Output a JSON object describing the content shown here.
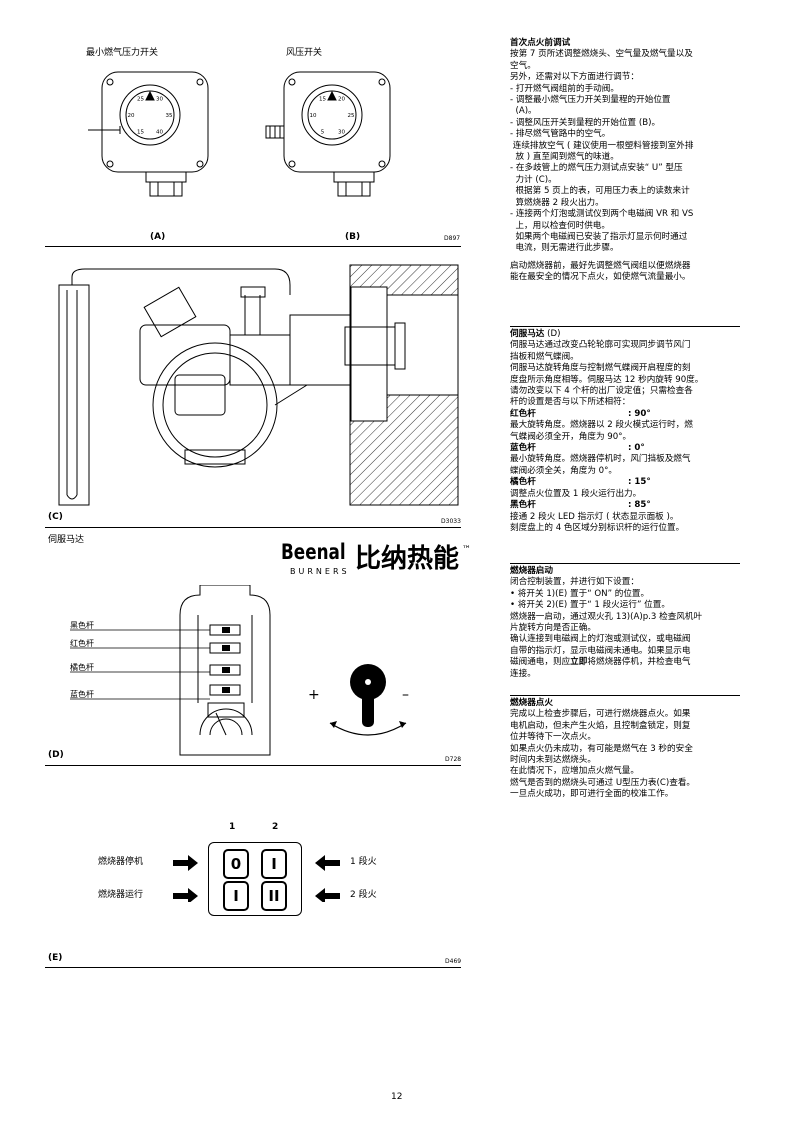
{
  "figA": {
    "title": "最小燃气压力开关",
    "caption": "(A)",
    "dials": {
      "left": [
        "15",
        "20",
        "25",
        "30",
        "35",
        "40"
      ],
      "right": [
        "5",
        "10",
        "15",
        "20",
        "25",
        "30"
      ]
    }
  },
  "figB": {
    "title": "风压开关",
    "caption": "(B)",
    "code": "D897"
  },
  "figC": {
    "caption": "(C)",
    "code": "D3033",
    "below": "伺服马达"
  },
  "logo": {
    "name": "Beenal",
    "sub": "BURNERS",
    "cn": "比纳热能",
    "tm": "™"
  },
  "figD": {
    "caption": "(D)",
    "code": "D728",
    "labels": [
      "黑色杆",
      "红色杆",
      "橘色杆",
      "蓝色杆"
    ],
    "plus": "+",
    "minus": "–"
  },
  "figE": {
    "caption": "(E)",
    "code": "D469",
    "col1": "1",
    "col2": "2",
    "left_top": "燃烧器停机",
    "left_bot": "燃烧器运行",
    "right_top": "1 段火",
    "right_bot": "2 段火",
    "keys": [
      "0",
      "I",
      "I",
      "II"
    ]
  },
  "page_number": "12",
  "right": {
    "s1_title": "首次点火前调试",
    "s1_lines": [
      "按第 7 页所述调整燃烧头、空气量及燃气量以及",
      "空气。",
      "另外，还需对以下方面进行调节：",
      "- 打开燃气阀组前的手动阀。",
      "- 调整最小燃气压力开关到量程的开始位置",
      "  (A)。",
      "- 调整风压开关到量程的开始位置 (B)。",
      "- 排尽燃气管路中的空气。",
      " 连续排放空气 ( 建议使用一根塑料管接到室外排",
      "  放 ) 直至闻到燃气的味道。",
      "- 在多歧管上的燃气压力测试点安装“ U” 型压",
      "  力计 (C)。",
      "  根据第 5 页上的表，可用压力表上的读数来计",
      "  算燃烧器 2 段火出力。",
      "- 连接两个灯泡或测试仪到两个电磁阀 VR 和 VS",
      "  上，用以检查何时供电。",
      "  如果两个电磁阀已安装了指示灯显示何时通过",
      "  电流，则无需进行此步骤。"
    ],
    "s1_para": [
      "启动燃烧器前，最好先调整燃气阀组以便燃烧器",
      "能在最安全的情况下点火，如使燃气流量最小。"
    ],
    "s2_title": "伺服马达",
    "s2_title_suffix": " (D)",
    "s2_lines": [
      "伺服马达通过改变凸轮轮廓可实现同步调节风门",
      "挡板和燃气蝶阀。",
      "伺服马达旋转角度与控制燃气蝶阀开启程度的刻",
      "度盘所示角度相等。伺服马达 12 秒内旋转 90度。",
      "请勿改变以下 4 个杆的出厂设定值；只需检查各",
      "杆的设置是否与以下所述相符："
    ],
    "cams": [
      {
        "name": "红色杆",
        "val": ": 90°",
        "desc": [
          "最大旋转角度。燃烧器以 2 段火模式运行时，燃",
          "气蝶阀必须全开，角度为 90°。"
        ]
      },
      {
        "name": "蓝色杆",
        "val": ": 0°",
        "desc": [
          "最小旋转角度。燃烧器停机时，风门挡板及燃气",
          "蝶阀必须全关，角度为 0°。"
        ]
      },
      {
        "name": "橘色杆",
        "val": ": 15°",
        "desc": [
          "调整点火位置及 1 段火运行出力。"
        ]
      },
      {
        "name": "黑色杆",
        "val": ": 85°",
        "desc": [
          "接通 2 段火 LED 指示灯 ( 状态显示面板 )。",
          "刻度盘上的 4 色区域分别标识杆的运行位置。"
        ]
      }
    ],
    "s3_title": "燃烧器启动",
    "s3_lines": [
      "闭合控制装置，并进行如下设置：",
      "• 将开关 1)(E) 置于“ ON” 的位置。",
      "• 将开关 2)(E) 置于“ 1 段火运行” 位置。",
      "燃烧器一启动，通过观火孔 13)(A)p.3 检查风机叶",
      "片旋转方向是否正确。",
      "确认连接到电磁阀上的灯泡或测试仪，或电磁阀",
      "自带的指示灯，显示电磁阀未通电。如果显示电"
    ],
    "s3_bold_pre": "磁阀通电，则应",
    "s3_bold": "立即",
    "s3_bold_post": "将燃烧器停机，并检查电气",
    "s3_last": "连接。",
    "s4_title": "燃烧器点火",
    "s4_lines": [
      "完成以上检查步骤后，可进行燃烧器点火。如果",
      "电机启动，但未产生火焰，且控制盒锁定，则复",
      "位并等待下一次点火。",
      "如果点火仍未成功，有可能是燃气在 3 秒的安全",
      "时间内未到达燃烧头。",
      "在此情况下，应增加点火燃气量。",
      "燃气是否到的燃烧头可通过 U型压力表(C)查看。",
      "一旦点火成功，即可进行全面的校准工作。"
    ]
  }
}
